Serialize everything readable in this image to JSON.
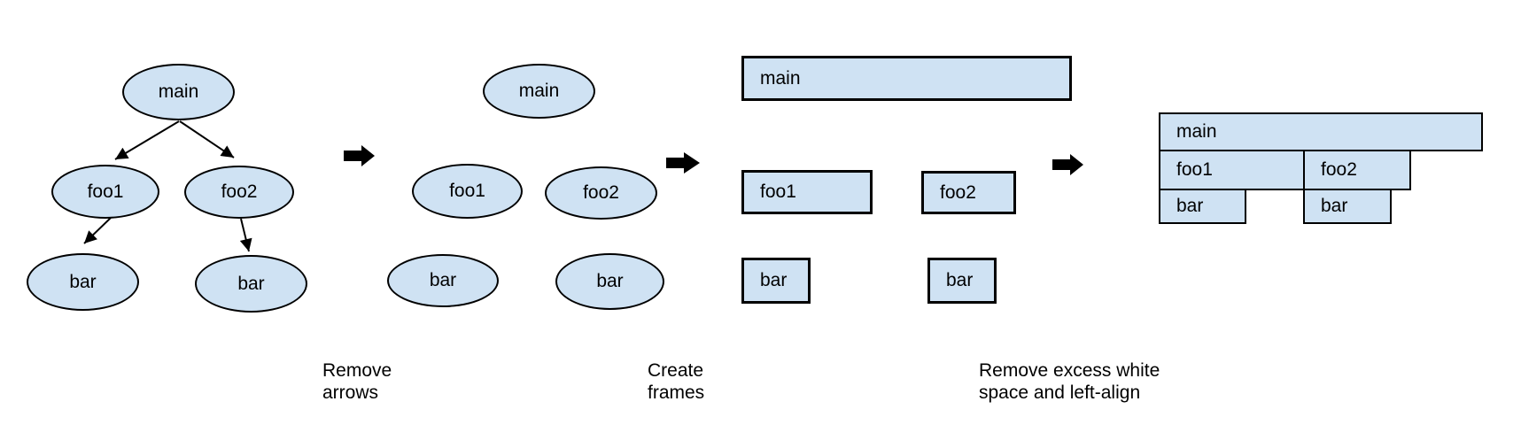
{
  "colors": {
    "node_fill": "#cfe2f3",
    "node_border": "#000000",
    "arrow": "#000000",
    "text": "#000000",
    "background": "#ffffff"
  },
  "panels": [
    {
      "name": "call-tree-with-arrows",
      "nodes": [
        {
          "id": "main",
          "label": "main"
        },
        {
          "id": "foo1",
          "label": "foo1"
        },
        {
          "id": "foo2",
          "label": "foo2"
        },
        {
          "id": "bar1",
          "label": "bar"
        },
        {
          "id": "bar2",
          "label": "bar"
        }
      ],
      "edges": [
        {
          "from": "main",
          "to": "foo1"
        },
        {
          "from": "main",
          "to": "foo2"
        },
        {
          "from": "foo1",
          "to": "bar1"
        },
        {
          "from": "foo2",
          "to": "bar2"
        }
      ]
    },
    {
      "name": "tree-without-arrows",
      "nodes": [
        {
          "id": "main",
          "label": "main"
        },
        {
          "id": "foo1",
          "label": "foo1"
        },
        {
          "id": "foo2",
          "label": "foo2"
        },
        {
          "id": "bar1",
          "label": "bar"
        },
        {
          "id": "bar2",
          "label": "bar"
        }
      ]
    },
    {
      "name": "frames",
      "nodes": [
        {
          "id": "main",
          "label": "main"
        },
        {
          "id": "foo1",
          "label": "foo1"
        },
        {
          "id": "foo2",
          "label": "foo2"
        },
        {
          "id": "bar1",
          "label": "bar"
        },
        {
          "id": "bar2",
          "label": "bar"
        }
      ]
    },
    {
      "name": "flame-graph",
      "nodes": [
        {
          "id": "main",
          "label": "main"
        },
        {
          "id": "foo1",
          "label": "foo1"
        },
        {
          "id": "foo2",
          "label": "foo2"
        },
        {
          "id": "bar1",
          "label": "bar"
        },
        {
          "id": "bar2",
          "label": "bar"
        }
      ]
    }
  ],
  "steps": [
    {
      "label": "Remove arrows"
    },
    {
      "label": "Create frames"
    },
    {
      "label": "Remove excess white space and left-align"
    }
  ]
}
